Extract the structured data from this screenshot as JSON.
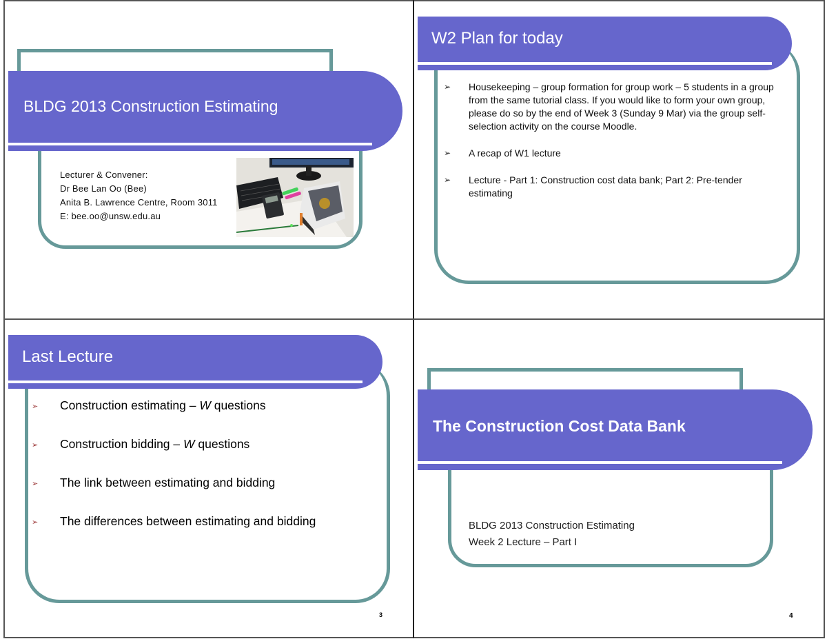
{
  "slides": [
    {
      "id": 1,
      "title": "BLDG 2013 Construction Estimating",
      "details": [
        "Lecturer & Convener:",
        "Dr Bee Lan Oo (Bee)",
        "Anita B. Lawrence Centre, Room 3011",
        "E: bee.oo@unsw.edu.au"
      ],
      "image": "desk-photo: keyboard, monitor, calculator, highlighters, estimating book"
    },
    {
      "id": 2,
      "title": "W2 Plan for today",
      "bullet_glyph": "➢",
      "bullets": [
        "Housekeeping – group formation for group work – 5 students in a group from the same tutorial class. If you would like to form your own group, please do so by the end of Week 3 (Sunday 9 Mar) via the group self-selection activity on the course Moodle.",
        "A recap of W1 lecture",
        "Lecture - Part 1: Construction cost data bank; Part 2: Pre-tender estimating"
      ]
    },
    {
      "id": 3,
      "title": "Last Lecture",
      "bullet_glyph": "➢",
      "bullets": [
        {
          "pre": "Construction estimating – ",
          "em": "W",
          "post": " questions"
        },
        {
          "pre": "Construction bidding – ",
          "em": "W",
          "post": " questions"
        },
        {
          "pre": "The link between estimating and bidding",
          "em": "",
          "post": ""
        },
        {
          "pre": "The differences between estimating and bidding",
          "em": "",
          "post": ""
        }
      ],
      "page_number": "3"
    },
    {
      "id": 4,
      "title": "The Construction Cost Data Bank",
      "subtitle_lines": [
        "BLDG 2013 Construction Estimating",
        "Week 2 Lecture – Part I"
      ],
      "page_number": "4"
    }
  ],
  "colors": {
    "title_bar": "#6666cc",
    "frame": "#669999",
    "bullet_slide3": "#993333",
    "border": "#555555"
  }
}
